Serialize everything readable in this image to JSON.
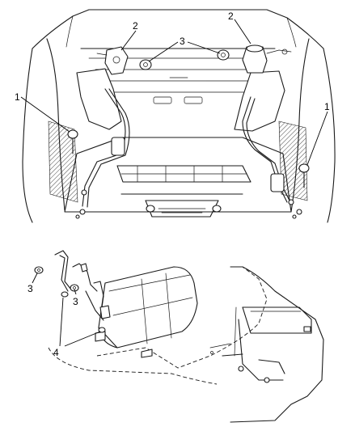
{
  "callouts": {
    "top_1_left": "1",
    "top_1_right": "1",
    "top_2_left": "2",
    "top_2_right": "2",
    "top_3": "3",
    "bottom_3_upper": "3",
    "bottom_3_lower": "3",
    "bottom_4": "4"
  },
  "colors": {
    "line": "#1a1a1a",
    "background": "#ffffff"
  }
}
